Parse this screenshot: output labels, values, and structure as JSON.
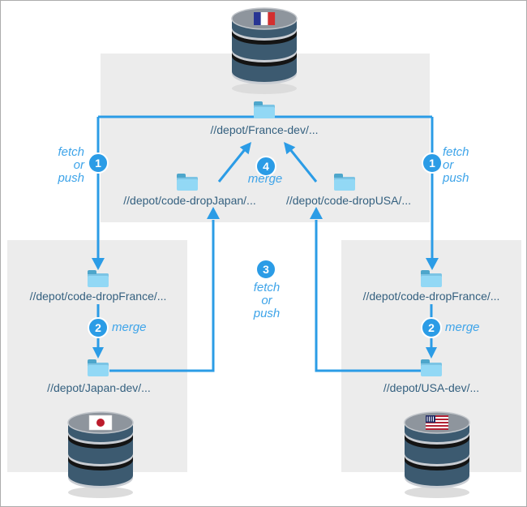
{
  "depots": {
    "france_dev": "//depot/France-dev/...",
    "code_drop_japan": "//depot/code-dropJapan/...",
    "code_drop_usa": "//depot/code-dropUSA/...",
    "code_drop_france_left": "//depot/code-dropFrance/...",
    "japan_dev": "//depot/Japan-dev/...",
    "code_drop_france_right": "//depot/code-dropFrance/...",
    "usa_dev": "//depot/USA-dev/..."
  },
  "annotations": {
    "fetch": "fetch",
    "or": "or",
    "push": "push",
    "merge": "merge"
  },
  "badges": {
    "step1": "1",
    "step2": "2",
    "step3": "3",
    "step4": "4"
  },
  "colors": {
    "accent_blue": "#2b9ce6",
    "annotation_blue": "#3ea4e9",
    "path_text": "#34607f",
    "box_gray": "#ececec",
    "db_body": "#3c5a70",
    "db_top": "#8e959d",
    "folder_blue": "#92d8f5"
  }
}
